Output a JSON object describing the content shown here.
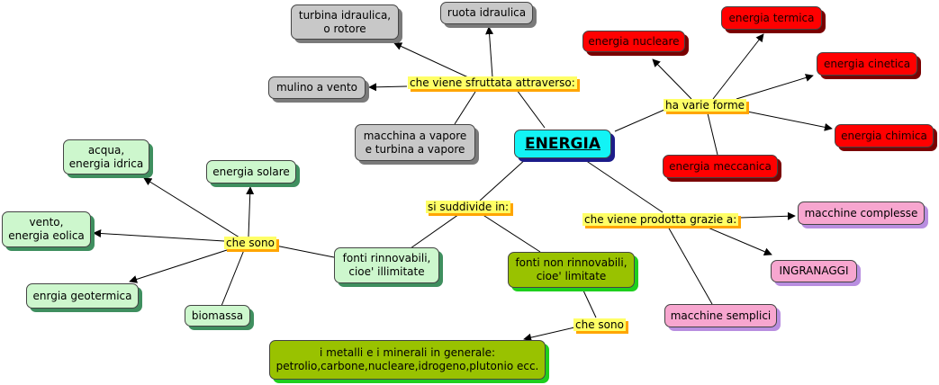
{
  "center": "ENERGIA",
  "phrases": {
    "sfruttata": "che viene sfruttata attraverso:",
    "forme": "ha varie forme",
    "suddivide": "si suddivide in:",
    "prodotta": "che viene prodotta grazie a:",
    "che_sono_left": "che sono",
    "che_sono_bottom": "che sono"
  },
  "nodes": {
    "turbina": "turbina idraulica,\no rotore",
    "ruota": "ruota idraulica",
    "mulino": "mulino a vento",
    "macchina_vapore": "macchina a vapore\ne turbina a vapore",
    "nucleare": "energia nucleare",
    "termica": "energia termica",
    "cinetica": "energia cinetica",
    "chimica": "energia chimica",
    "meccanica": "energia meccanica",
    "acqua": "acqua,\nenergia idrica",
    "solare": "energia solare",
    "vento": "vento,\nenergia eolica",
    "geotermica": "enrgia geotermica",
    "biomassa": "biomassa",
    "rinnovabili": "fonti rinnovabili,\ncioe' illimitate",
    "non_rinnovabili": "fonti non rinnovabili,\ncioe' limitate",
    "metalli": "i metalli e i minerali in generale:\npetrolio,carbone,nucleare,idrogeno,plutonio ecc.",
    "complesse": "macchine complesse",
    "ingranaggi": "INGRANAGGI",
    "semplici": "macchine semplici"
  }
}
